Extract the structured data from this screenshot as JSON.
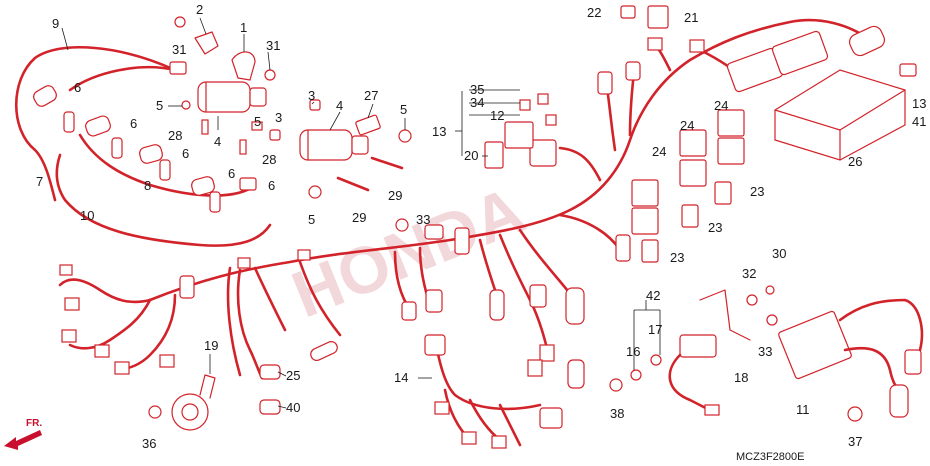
{
  "diagram": {
    "code": "MCZ3F2800E",
    "direction_label": "FR.",
    "watermark_text": "HONDA"
  },
  "callouts": [
    "1",
    "2",
    "3",
    "4",
    "5",
    "6",
    "7",
    "8",
    "9",
    "10",
    "11",
    "12",
    "13",
    "14",
    "16",
    "17",
    "18",
    "19",
    "20",
    "21",
    "22",
    "23",
    "24",
    "25",
    "26",
    "27",
    "28",
    "29",
    "30",
    "31",
    "32",
    "33",
    "34",
    "35",
    "36",
    "37",
    "38",
    "40",
    "41",
    "42"
  ],
  "colors": {
    "line": "#d2232a",
    "label": "#1a1a1a",
    "watermark": "#e8b8bf"
  }
}
